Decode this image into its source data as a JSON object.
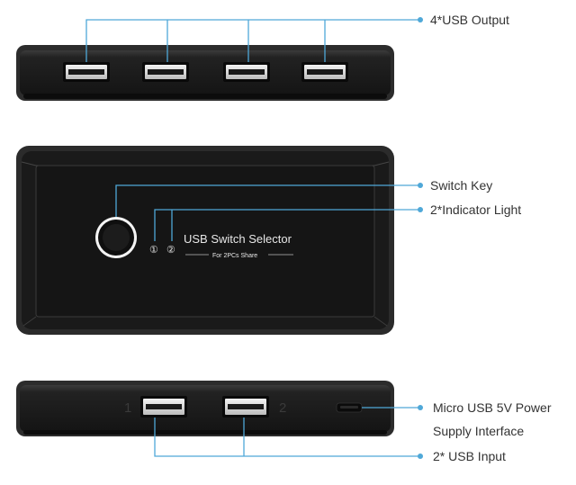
{
  "colors": {
    "line": "#4fa8d8",
    "device_body": "#1b1b1b",
    "device_edge": "#3a3a3a",
    "label_text": "#333333"
  },
  "callouts": {
    "usb_output": "4*USB Output",
    "switch_key": "Switch Key",
    "indicator_light": "2*Indicator Light",
    "power_line1": "Micro USB 5V Power",
    "power_line2": "Supply Interface",
    "usb_input": "2* USB Input"
  },
  "device": {
    "title": "USB Switch Selector",
    "subtitle": "For 2PCs Share",
    "indicator_1": "①",
    "indicator_2": "②",
    "port_num_1": "1",
    "port_num_2": "2"
  },
  "icons": {
    "top_ports": "usb-a-port",
    "bottom_ports": "usb-a-port",
    "power_port": "micro-usb-port",
    "switch_button": "round-push-button",
    "callout_dot": "dot"
  }
}
